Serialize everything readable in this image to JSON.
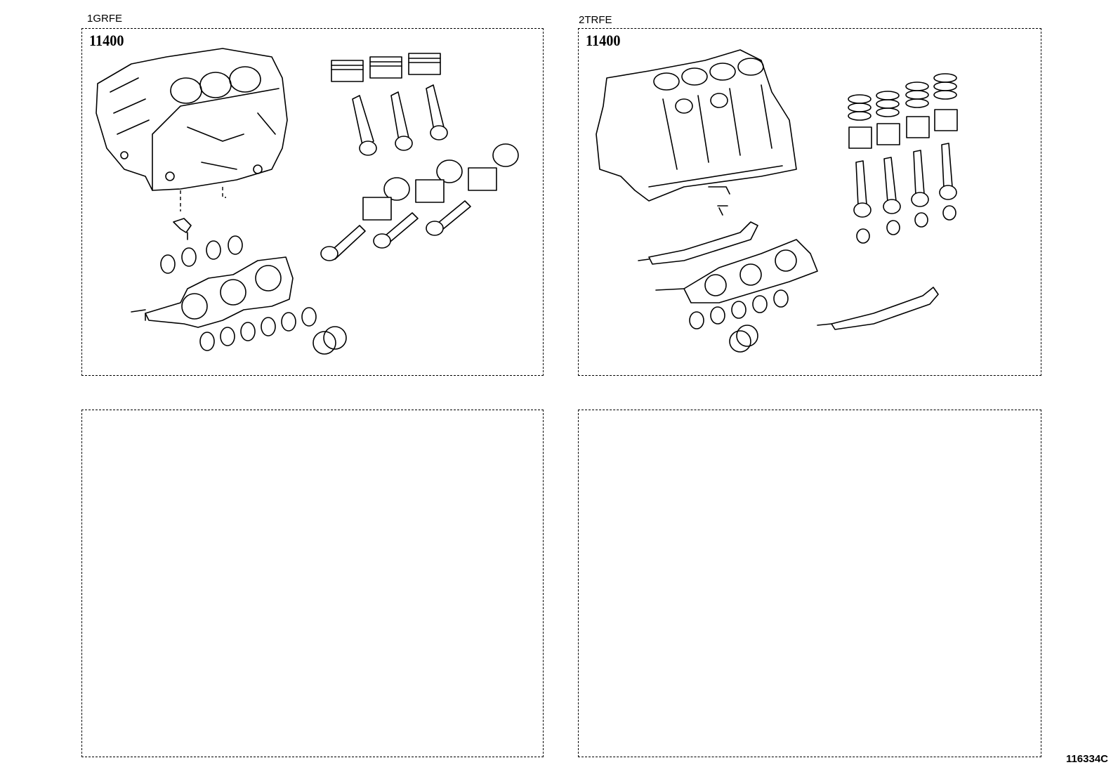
{
  "panels": [
    {
      "engine_label": "1GRFE",
      "part_number": "11400"
    },
    {
      "engine_label": "2TRFE",
      "part_number": "11400"
    },
    {
      "engine_label": "",
      "part_number": ""
    },
    {
      "engine_label": "",
      "part_number": ""
    }
  ],
  "illustration_id": "116334C"
}
